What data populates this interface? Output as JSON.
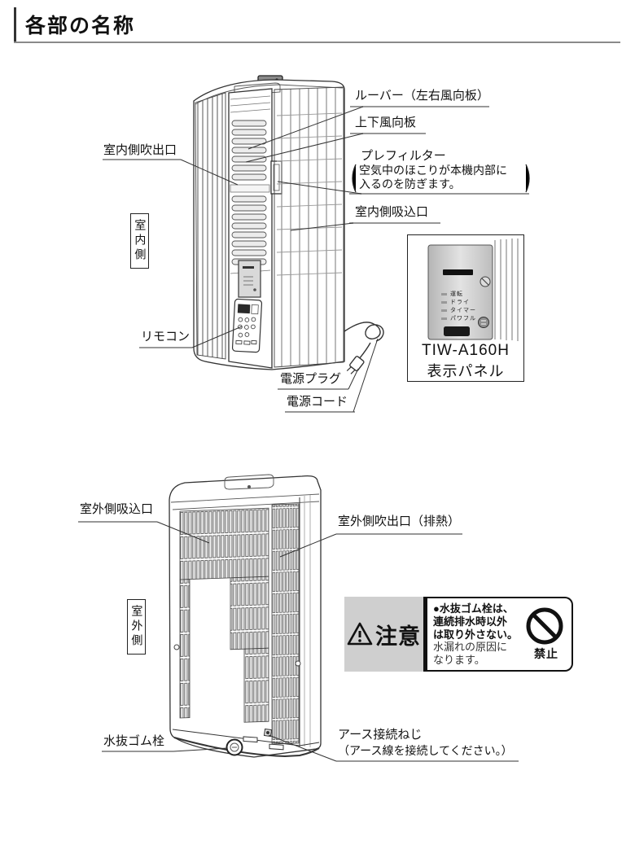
{
  "page": {
    "title": "各部の名称"
  },
  "indoor": {
    "section_label": "室内側",
    "labels": {
      "louver": "ルーバー（左右風向板）",
      "updown_vane": "上下風向板",
      "prefilter": "プレフィルター",
      "prefilter_note1": "空気中のほこりが本機内部に",
      "prefilter_note2": "入るのを防ぎます。",
      "indoor_inlet": "室内側吸込口",
      "indoor_outlet": "室内側吹出口",
      "remote": "リモコン",
      "power_plug": "電源プラグ",
      "power_cord": "電源コード"
    },
    "panel_inset": {
      "model": "TIW-A160H",
      "caption": "表示パネル",
      "indicators": [
        "運転",
        "ドライ",
        "タイマー",
        "パワフル"
      ]
    }
  },
  "outdoor": {
    "section_label": "室外側",
    "labels": {
      "outdoor_inlet": "室外側吸込口",
      "outdoor_outlet": "室外側吹出口（排熱）",
      "drain_plug": "水抜ゴム栓",
      "earth_screw": "アース接続ねじ",
      "earth_note": "（アース線を接続してください。）"
    },
    "caution": {
      "heading": "注意",
      "bold_lines": [
        "●水抜ゴム栓は、",
        "連続排水時以外",
        "は取り外さない。"
      ],
      "normal_lines": [
        "水漏れの原因に",
        "なります。"
      ],
      "prohibition_label": "禁止"
    }
  },
  "colors": {
    "line": "#333333",
    "underline": "#8a8a8a",
    "caution_gray": "#cfcfcf",
    "panel_gray": "#c9c9c9"
  }
}
